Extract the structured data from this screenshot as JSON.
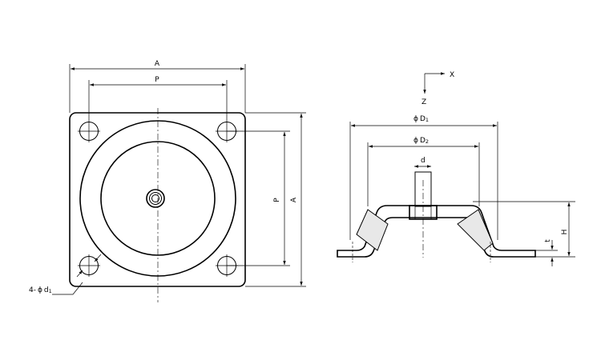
{
  "top_view": {
    "overall_width_label": "A",
    "hole_pitch_label": "P",
    "vertical_pitch_label": "P",
    "vertical_overall_label": "A",
    "holes_label_prefix": "4-",
    "holes_label_sym": "ϕ",
    "holes_label_main": "d",
    "holes_label_sub": "1"
  },
  "side_view": {
    "axis_x": "X",
    "axis_z": "Z",
    "d1_sym": "ϕ",
    "d1_main": "D",
    "d1_sub": "1",
    "d2_sym": "ϕ",
    "d2_main": "D",
    "d2_sub": "2",
    "thread_label": "d",
    "height_label": "H",
    "thickness_label": "t"
  }
}
